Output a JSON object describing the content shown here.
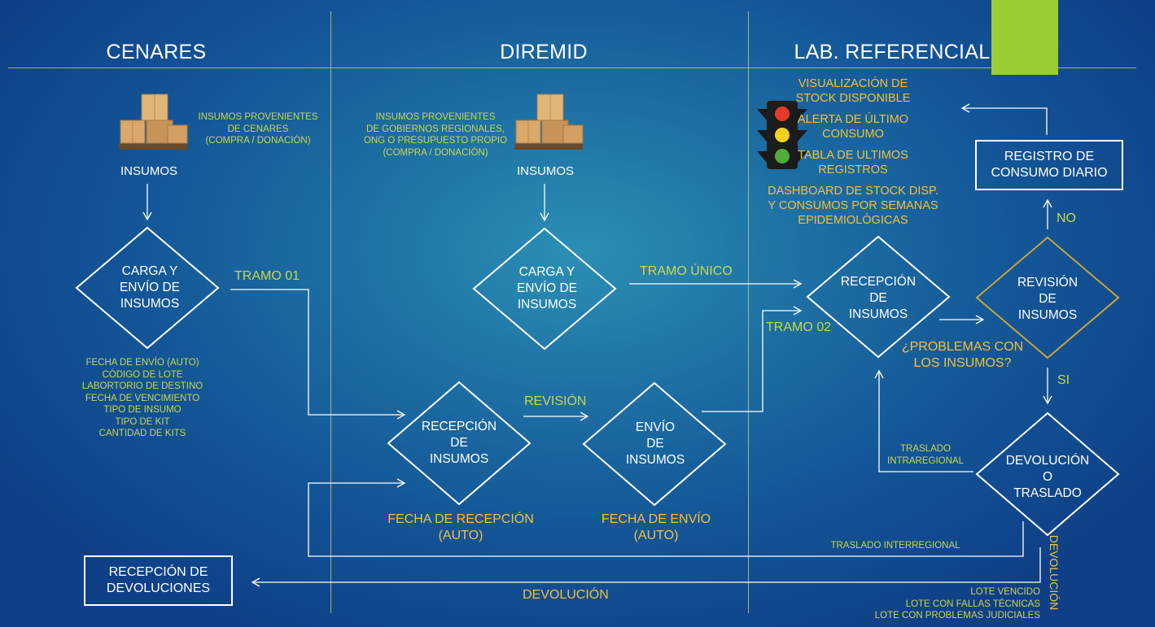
{
  "lanes": {
    "cenares": "CENARES",
    "diremid": "DIREMID",
    "lab": "LAB. REFERENCIAL"
  },
  "cenares": {
    "insumos_note": [
      "INSUMOS PROVENIENTES",
      "DE CENARES",
      "(COMPRA / DONACIÓN)"
    ],
    "insumos_label": "INSUMOS",
    "carga": [
      "CARGA Y",
      "ENVÍO DE",
      "INSUMOS"
    ],
    "fields": [
      "FECHA DE ENVÍO (AUTO)",
      "CÓDIGO DE LOTE",
      "LABORTORIO DE DESTINO",
      "FECHA DE VENCIMIENTO",
      "TIPO DE INSUMO",
      "TIPO DE KIT",
      "CANTIDAD DE KITS"
    ],
    "recepcion_devoluciones": [
      "RECEPCIÓN DE",
      "DEVOLUCIONES"
    ]
  },
  "diremid": {
    "insumos_note": [
      "INSUMOS PROVENIENTES",
      "DE GOBIERNOS REGIONALES,",
      "ONG O PRESUPUESTO PROPIO",
      "(COMPRA / DONACIÓN)"
    ],
    "insumos_label": "INSUMOS",
    "carga": [
      "CARGA Y",
      "ENVÍO DE",
      "INSUMOS"
    ],
    "recepcion": [
      "RECEPCIÓN",
      "DE",
      "INSUMOS"
    ],
    "envio": [
      "ENVÍO",
      "DE",
      "INSUMOS"
    ],
    "fecha_recepcion": [
      "FECHA DE RECEPCIÓN",
      "(AUTO)"
    ],
    "fecha_envio": [
      "FECHA DE ENVÍO",
      "(AUTO)"
    ]
  },
  "lab": {
    "dashboard_items": [
      "VISUALIZACIÓN DE",
      "STOCK DISPONIBLE",
      "ALERTA DE ÚLTIMO",
      "CONSUMO",
      "TABLA DE ULTIMOS",
      "REGISTROS",
      "DASHBOARD DE STOCK DISP.",
      "Y CONSUMOS POR SEMANAS",
      "EPIDEMIOLÓGICAS"
    ],
    "registro": [
      "REGISTRO DE",
      "CONSUMO DIARIO"
    ],
    "recepcion": [
      "RECEPCIÓN",
      "DE",
      "INSUMOS"
    ],
    "revision": [
      "REVISIÓN",
      "DE",
      "INSUMOS"
    ],
    "problemas": [
      "¿PROBLEMAS CON",
      "LOS INSUMOS?"
    ],
    "devolucion_traslado": [
      "DEVOLUCIÓN",
      "O",
      "TRASLADO"
    ],
    "traslado_intra": [
      "TRASLADO",
      "INTRAREGIONAL"
    ],
    "traslado_inter": "TRASLADO INTERREGIONAL",
    "devolucion_vertical": "DEVOLUCIÓN",
    "reasons": [
      "LOTE VENCIDO",
      "LOTE CON FALLAS TÉCNICAS",
      "LOTE CON PROBLEMAS JUDICIALES"
    ]
  },
  "edges": {
    "tramo01": "TRAMO 01",
    "tramo_unico": "TRAMO ÚNICO",
    "tramo02": "TRAMO 02",
    "revision": "REVISIÓN",
    "no": "NO",
    "si": "SI",
    "devolucion": "DEVOLUCIÓN"
  },
  "colors": {
    "yellow_green": "#c9d84a",
    "orange": "#f2c13a",
    "accent": "#9acd32",
    "revision_border": "#c8a43a"
  },
  "icons": [
    "boxes-icon",
    "traffic-light-icon"
  ]
}
